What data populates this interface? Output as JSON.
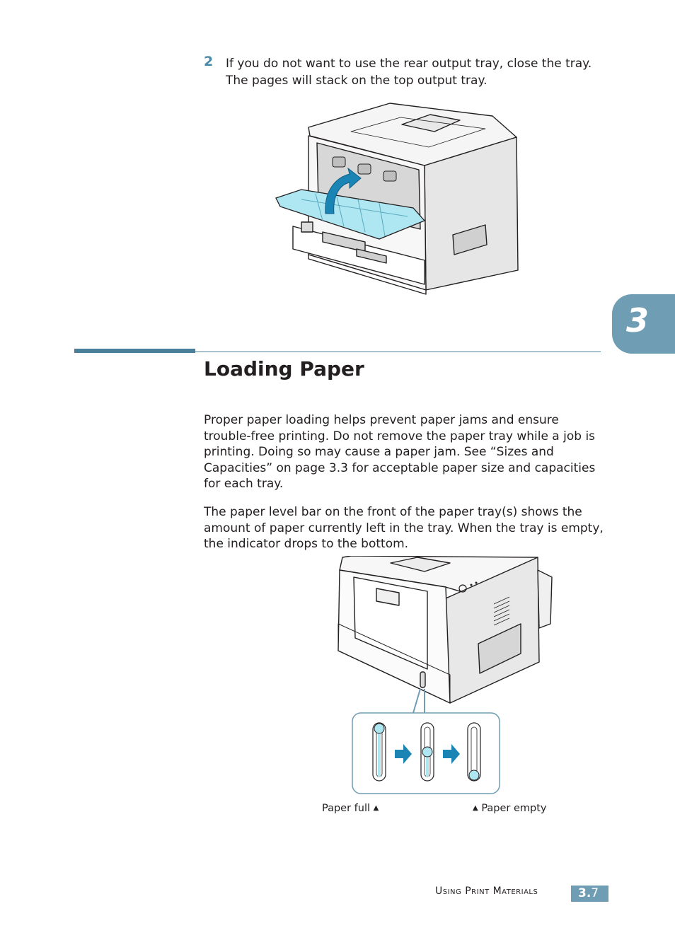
{
  "step": {
    "number": "2",
    "text": "If you do not want to use the rear output tray, close the tray. The pages will stack on the top output tray."
  },
  "chapter_tab": "3",
  "section": {
    "title": "Loading Paper",
    "paragraph1": "Proper paper loading helps prevent paper jams and ensure trouble-free printing. Do not remove the paper tray while a job is printing. Doing so may cause a paper jam. See “Sizes and Capacities” on page 3.3 for acceptable paper size and capacities for each tray.",
    "paragraph2": "The paper level bar on the front of the paper tray(s) shows the amount of paper currently left in the tray. When the tray is empty, the indicator drops to the bottom."
  },
  "figure2": {
    "caption_full": "Paper full",
    "caption_empty": "Paper empty",
    "levels": [
      1.0,
      0.5,
      0.0
    ]
  },
  "footer": {
    "chapter_name": "Using Print Materials",
    "page_major": "3.",
    "page_minor": "7"
  },
  "colors": {
    "accent": "#6f9db4",
    "tray_cyan": "#aee6f2",
    "arrow_blue": "#1a84b5"
  }
}
